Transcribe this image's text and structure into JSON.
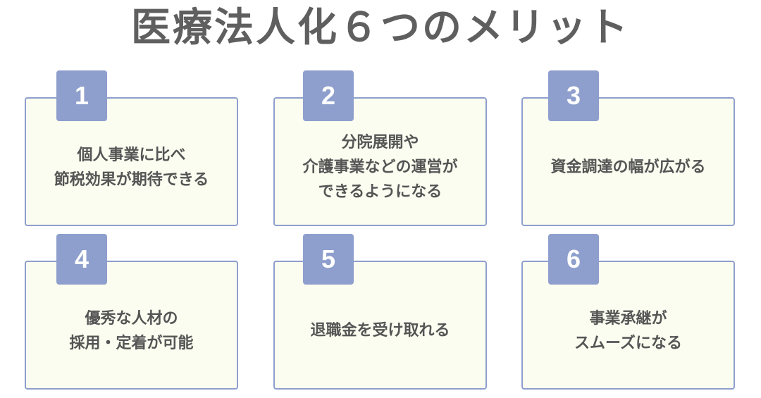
{
  "title": "医療法人化６つのメリット",
  "colors": {
    "accent": "#8e9fcd",
    "card_background": "#fbfdf0",
    "text": "#555555"
  },
  "items": [
    {
      "number": "1",
      "text": "個人事業に比べ\n節税効果が期待できる"
    },
    {
      "number": "2",
      "text": "分院展開や\n介護事業などの運営が\nできるようになる"
    },
    {
      "number": "3",
      "text": "資金調達の幅が広がる"
    },
    {
      "number": "4",
      "text": "優秀な人材の\n採用・定着が可能"
    },
    {
      "number": "5",
      "text": "退職金を受け取れる"
    },
    {
      "number": "6",
      "text": "事業承継が\nスムーズになる"
    }
  ]
}
